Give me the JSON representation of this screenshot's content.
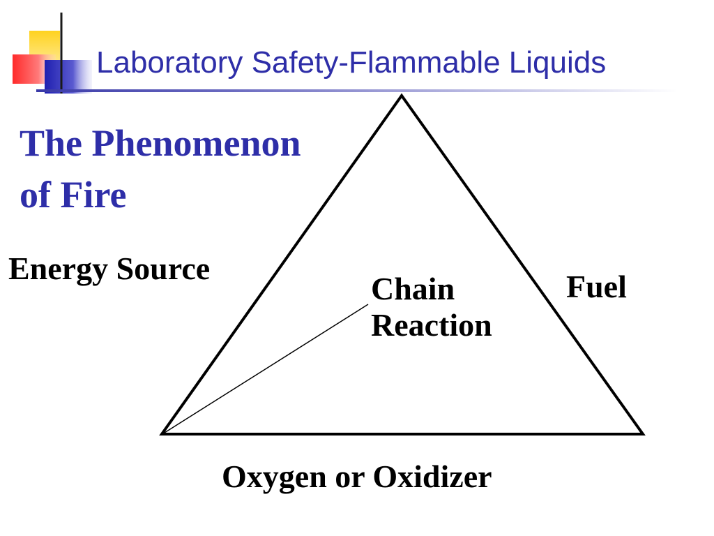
{
  "slide": {
    "title": "Laboratory Safety-Flammable Liquids",
    "subtitle_lines": [
      "The Phenomenon",
      "of Fire"
    ]
  },
  "diagram": {
    "labels": {
      "energy_source": "Energy Source",
      "fuel": "Fuel",
      "oxygen": "Oxygen or Oxidizer",
      "chain_reaction_lines": [
        "Chain",
        "Reaction"
      ]
    }
  },
  "colors": {
    "title": "#2e2ea8",
    "logo_yellow": "#ffd21f",
    "logo_red": "#ff3b3b",
    "logo_blue": "#2b2bb8",
    "text": "#000000"
  }
}
